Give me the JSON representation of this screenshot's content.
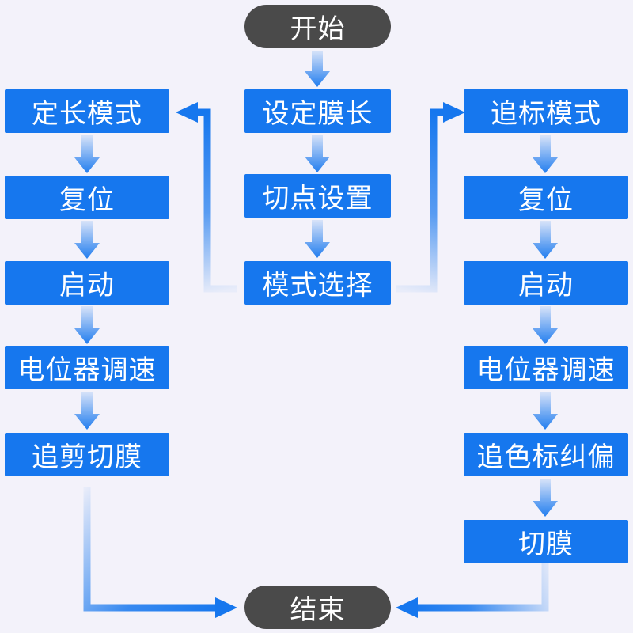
{
  "colors": {
    "background": "#f3f2fa",
    "process_box": "#1677ee",
    "terminal": "#4a4a4a",
    "arrow": "#1677ee",
    "text": "#ffffff"
  },
  "start": "开始",
  "end": "结束",
  "center": {
    "set_length": "设定膜长",
    "cut_point": "切点设置",
    "mode_select": "模式选择"
  },
  "left": {
    "mode": "定长模式",
    "reset": "复位",
    "start": "启动",
    "speed": "电位器调速",
    "cut": "追剪切膜"
  },
  "right": {
    "mode": "追标模式",
    "reset": "复位",
    "start": "启动",
    "speed": "电位器调速",
    "correct": "追色标纠偏",
    "cut": "切膜"
  }
}
